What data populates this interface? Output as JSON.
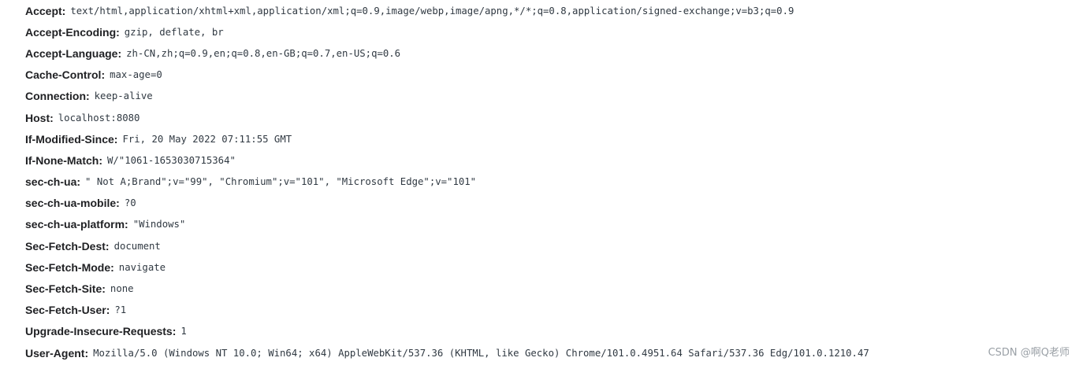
{
  "headers": [
    {
      "name": "Accept:",
      "value": "text/html,application/xhtml+xml,application/xml;q=0.9,image/webp,image/apng,*/*;q=0.8,application/signed-exchange;v=b3;q=0.9"
    },
    {
      "name": "Accept-Encoding:",
      "value": "gzip, deflate, br"
    },
    {
      "name": "Accept-Language:",
      "value": "zh-CN,zh;q=0.9,en;q=0.8,en-GB;q=0.7,en-US;q=0.6"
    },
    {
      "name": "Cache-Control:",
      "value": "max-age=0"
    },
    {
      "name": "Connection:",
      "value": "keep-alive"
    },
    {
      "name": "Host:",
      "value": "localhost:8080"
    },
    {
      "name": "If-Modified-Since:",
      "value": "Fri, 20 May 2022 07:11:55 GMT"
    },
    {
      "name": "If-None-Match:",
      "value": "W/\"1061-1653030715364\""
    },
    {
      "name": "sec-ch-ua:",
      "value": "\" Not A;Brand\";v=\"99\", \"Chromium\";v=\"101\", \"Microsoft Edge\";v=\"101\""
    },
    {
      "name": "sec-ch-ua-mobile:",
      "value": "?0"
    },
    {
      "name": "sec-ch-ua-platform:",
      "value": "\"Windows\""
    },
    {
      "name": "Sec-Fetch-Dest:",
      "value": "document"
    },
    {
      "name": "Sec-Fetch-Mode:",
      "value": "navigate"
    },
    {
      "name": "Sec-Fetch-Site:",
      "value": "none"
    },
    {
      "name": "Sec-Fetch-User:",
      "value": "?1"
    },
    {
      "name": "Upgrade-Insecure-Requests:",
      "value": "1"
    },
    {
      "name": "User-Agent:",
      "value": "Mozilla/5.0 (Windows NT 10.0; Win64; x64) AppleWebKit/537.36 (KHTML, like Gecko) Chrome/101.0.4951.64 Safari/537.36 Edg/101.0.1210.47"
    }
  ],
  "watermark": "CSDN @啊Q老师"
}
